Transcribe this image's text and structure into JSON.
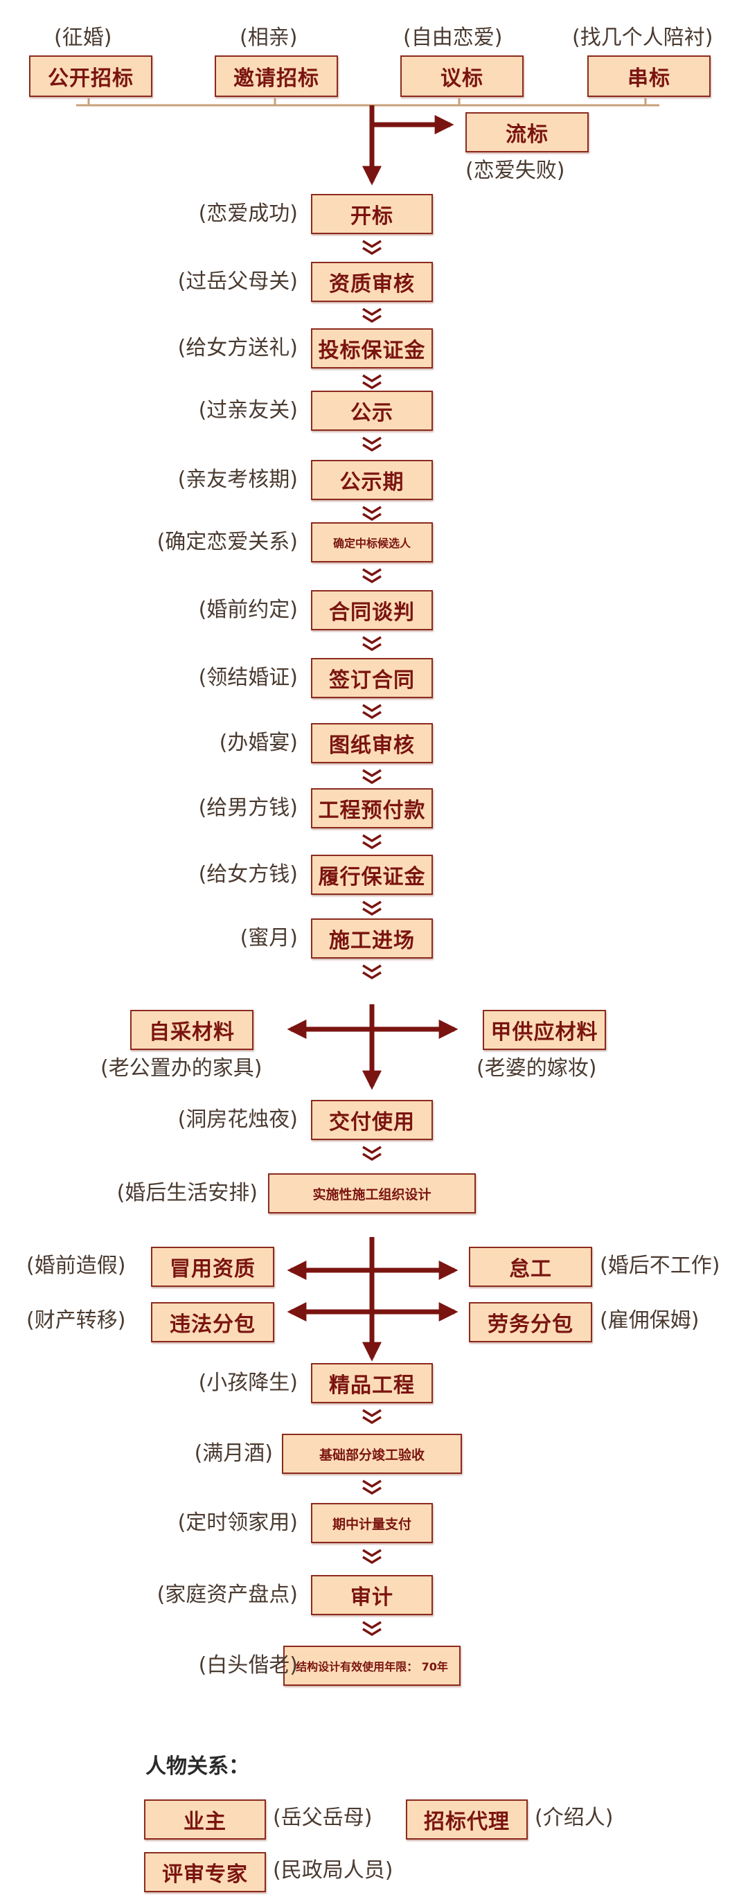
{
  "colors": {
    "box_fill": "#fcdcb8",
    "box_border": "#8c2a1e",
    "arrow": "#7a1410",
    "text": "#4a3a30"
  },
  "top": {
    "open_tender": {
      "label": "公开招标",
      "note": "(征婚)"
    },
    "invite_tender": {
      "label": "邀请招标",
      "note": "(相亲)"
    },
    "negotiated": {
      "label": "议标",
      "note": "(自由恋爱)"
    },
    "string_bid": {
      "label": "串标",
      "note": "(找几个人陪衬)"
    },
    "failed_bid": {
      "label": "流标",
      "note": "(恋爱失败)"
    }
  },
  "steps": [
    {
      "label": "开标",
      "note": "(恋爱成功)"
    },
    {
      "label": "资质审核",
      "note": "(过岳父母关)"
    },
    {
      "label": "投标保证金",
      "note": "(给女方送礼)"
    },
    {
      "label": "公示",
      "note": "(过亲友关)"
    },
    {
      "label": "公示期",
      "note": "(亲友考核期)"
    },
    {
      "label": "确定中标候选人",
      "note": "(确定恋爱关系)"
    },
    {
      "label": "合同谈判",
      "note": "(婚前约定)"
    },
    {
      "label": "签订合同",
      "note": "(领结婚证)"
    },
    {
      "label": "图纸审核",
      "note": "(办婚宴)"
    },
    {
      "label": "工程预付款",
      "note": "(给男方钱)"
    },
    {
      "label": "履行保证金",
      "note": "(给女方钱)"
    },
    {
      "label": "施工进场",
      "note": "(蜜月)"
    }
  ],
  "materials": {
    "self_purchase": {
      "label": "自采材料",
      "note": "(老公置办的家具)"
    },
    "owner_supply": {
      "label": "甲供应材料",
      "note": "(老婆的嫁妆)"
    }
  },
  "steps2": [
    {
      "label": "交付使用",
      "note": "(洞房花烛夜)"
    },
    {
      "label": "实施性施工组织设计",
      "note": "(婚后生活安排)"
    }
  ],
  "risks": {
    "fake_qualification": {
      "label": "冒用资质",
      "note": "(婚前造假)"
    },
    "illegal_subcontract": {
      "label": "违法分包",
      "note": "(财产转移)"
    },
    "slowdown": {
      "label": "怠工",
      "note": "(婚后不工作)"
    },
    "labor_subcontract": {
      "label": "劳务分包",
      "note": "(雇佣保姆)"
    }
  },
  "steps3": [
    {
      "label": "精品工程",
      "note": "(小孩降生)"
    },
    {
      "label": "基础部分竣工验收",
      "note": "(满月酒)"
    },
    {
      "label": "期中计量支付",
      "note": "(定时领家用)"
    },
    {
      "label": "审计",
      "note": "(家庭资产盘点)"
    },
    {
      "label": "结构设计有效使用年限： 70年",
      "note": "(白头偕老)"
    }
  ],
  "relations": {
    "title": "人物关系：",
    "owner": {
      "label": "业主",
      "note": "(岳父岳母)"
    },
    "agent": {
      "label": "招标代理",
      "note": "(介绍人)"
    },
    "expert": {
      "label": "评审专家",
      "note": "(民政局人员)"
    }
  }
}
